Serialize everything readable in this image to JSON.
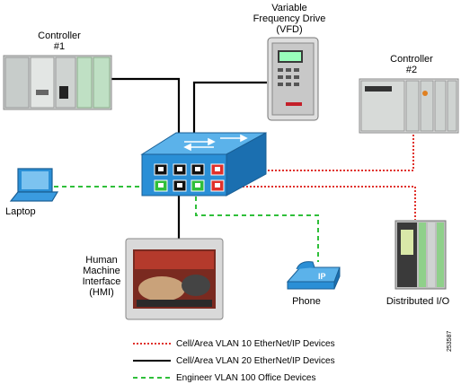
{
  "devices": {
    "controller1": {
      "line1": "Controller",
      "line2": "#1"
    },
    "vfd": {
      "line1": "Variable",
      "line2": "Frequency Drive",
      "line3": "(VFD)"
    },
    "controller2": {
      "line1": "Controller",
      "line2": "#2"
    },
    "laptop": {
      "label": "Laptop"
    },
    "hmi": {
      "line1": "Human",
      "line2": "Machine",
      "line3": "Interface",
      "line4": "(HMI)"
    },
    "phone": {
      "label": "Phone"
    },
    "distributed_io": {
      "label": "Distributed I/O"
    }
  },
  "legend": [
    {
      "label": "Cell/Area VLAN 10 EtherNet/IP Devices",
      "style": "dotted",
      "color": "#e0302a"
    },
    {
      "label": "Cell/Area VLAN 20 EtherNet/IP Devices",
      "style": "solid",
      "color": "#000000"
    },
    {
      "label": "Engineer VLAN 100 Office Devices",
      "style": "dashed",
      "color": "#2fbf3a"
    }
  ],
  "colors": {
    "switch": "#2a8fd6",
    "vlan10": "#e0302a",
    "vlan20": "#000000",
    "vlan100": "#2fbf3a"
  },
  "figure_id": "253587"
}
